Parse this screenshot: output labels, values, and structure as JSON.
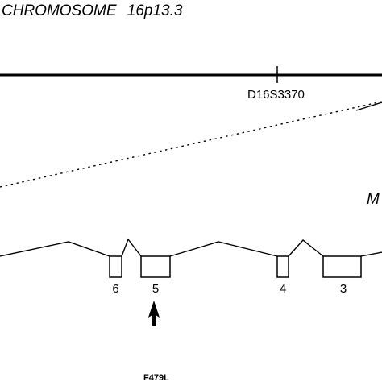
{
  "title": {
    "chromosome_word": "CHROMOSOME",
    "band": "16p13.3"
  },
  "marker": {
    "name": "D16S3370"
  },
  "gene": {
    "partial_label": "M"
  },
  "exons": [
    {
      "label": "6"
    },
    {
      "label": "5"
    },
    {
      "label": "4"
    },
    {
      "label": "3"
    }
  ],
  "mutation": {
    "label": "F479L",
    "target_exon": "5"
  },
  "colors": {
    "ink": "#000000",
    "background": "#ffffff"
  }
}
